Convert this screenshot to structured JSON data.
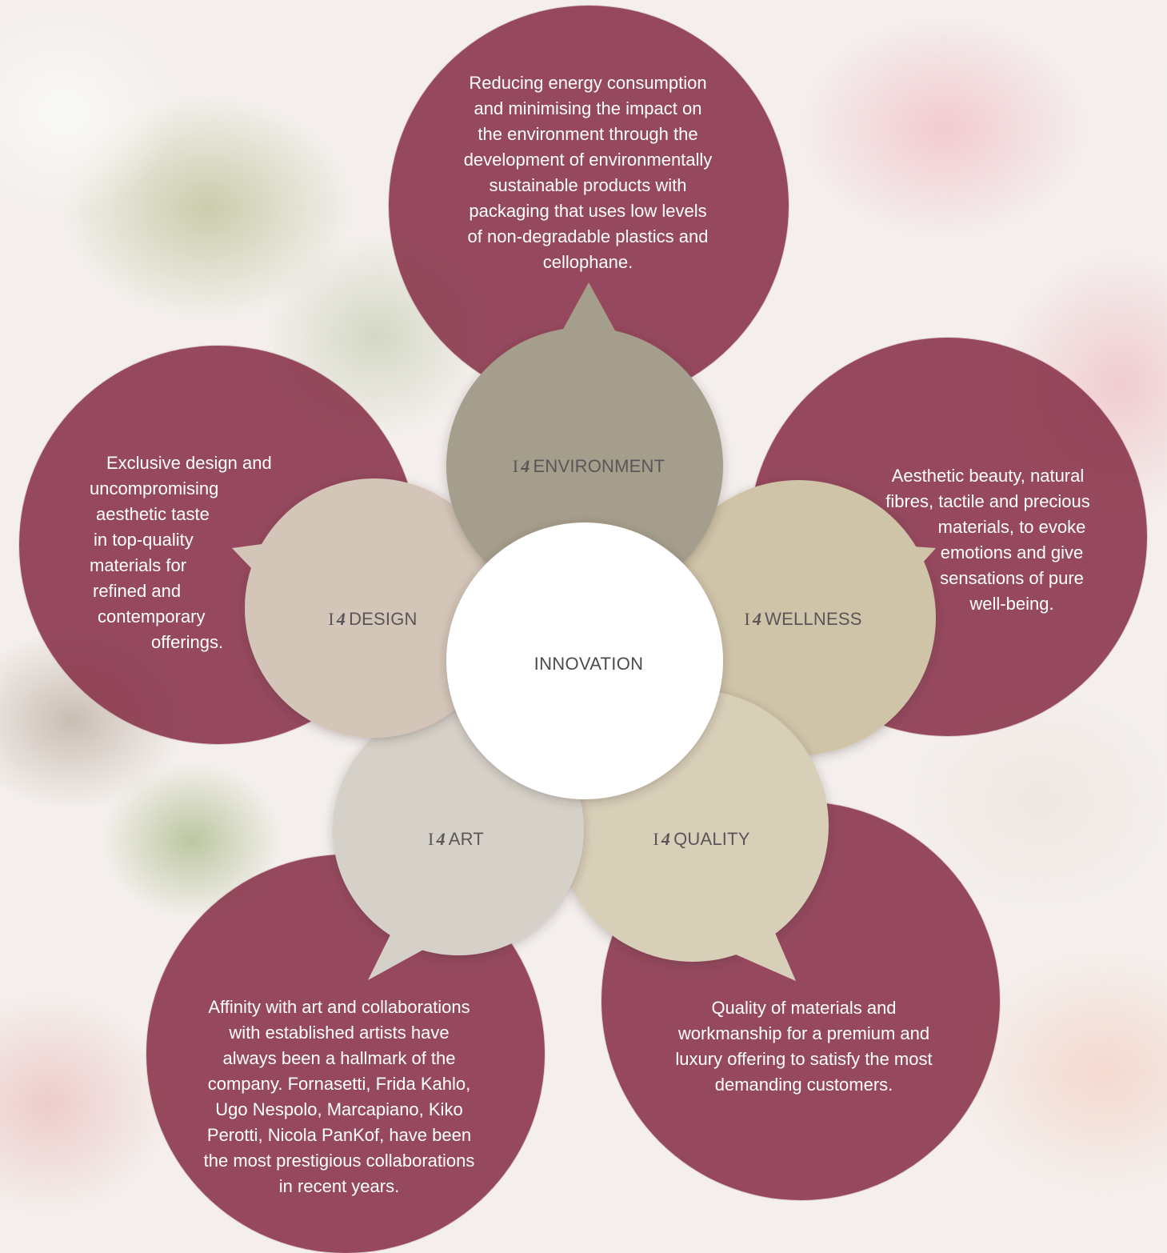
{
  "center": {
    "label": "INNOVATION"
  },
  "label_prefix": {
    "i": "I",
    "four": "4"
  },
  "petals": [
    {
      "key": "environment",
      "label": "ENVIRONMENT",
      "color": "#a69e8c",
      "description": [
        "Reducing energy consumption",
        "and minimising the impact on",
        "the environment through the",
        "development of environmentally",
        "sustainable products with",
        "packaging that uses low levels",
        "of non-degradable plastics and",
        "cellophane."
      ]
    },
    {
      "key": "design",
      "label": "DESIGN",
      "color": "#d3c5b7",
      "description": [
        "Exclusive design and",
        "uncompromising",
        "aesthetic taste",
        "in top-quality",
        "materials for",
        "refined and",
        "contemporary",
        "offerings."
      ]
    },
    {
      "key": "wellness",
      "label": "WELLNESS",
      "color": "#cfc4a8",
      "description": [
        "Aesthetic beauty, natural",
        "fibres, tactile and precious",
        "materials, to evoke",
        "emotions and give",
        "sensations of pure",
        "well-being."
      ]
    },
    {
      "key": "art",
      "label": "ART",
      "color": "#d6d1c8",
      "description": [
        "Affinity with art and collaborations",
        "with established artists have",
        "always been a hallmark of the",
        "company. Fornasetti, Frida Kahlo,",
        "Ugo Nespolo, Marcapiano, Kiko",
        "Perotti, Nicola PanKof, have been",
        "the most prestigious collaborations",
        "in recent years."
      ]
    },
    {
      "key": "quality",
      "label": "QUALITY",
      "color": "#d8cfb8",
      "description": [
        "Quality of materials and",
        "workmanship for a premium and",
        "luxury offering to satisfy the most",
        "demanding customers."
      ]
    }
  ],
  "colors": {
    "outer_circle": "#862d46",
    "description_text": "#ffffff",
    "center_fill": "#ffffff",
    "label_text": "#5b5558"
  }
}
